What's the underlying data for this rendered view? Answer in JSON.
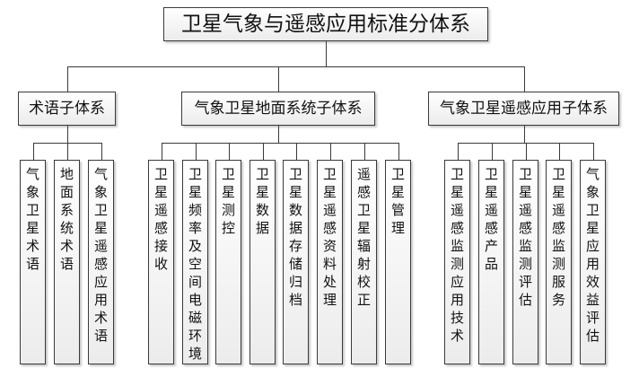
{
  "root": {
    "label": "卫星气象与遥感应用标准分体系"
  },
  "subsystems": [
    {
      "label": "术语子体系",
      "children": [
        "气象卫星术语",
        "地面系统术语",
        "气象卫星遥感应用术语"
      ]
    },
    {
      "label": "气象卫星地面系统子体系",
      "children": [
        "卫星遥感接收",
        "卫星频率及空间电磁环境",
        "卫星测控",
        "卫星数据",
        "卫星数据存储归档",
        "卫星遥感资料处理",
        "遥感卫星辐射校正",
        "卫星管理"
      ]
    },
    {
      "label": "气象卫星遥感应用子体系",
      "children": [
        "卫星遥感监测应用技术",
        "卫星遥感产品",
        "卫星遥感监测评估",
        "卫星遥感监测服务",
        "气象卫星应用效益评估"
      ]
    }
  ],
  "colors": {
    "border": "#3a3a3a",
    "fill_top": "#ffffff",
    "fill_bottom": "#ececec"
  }
}
